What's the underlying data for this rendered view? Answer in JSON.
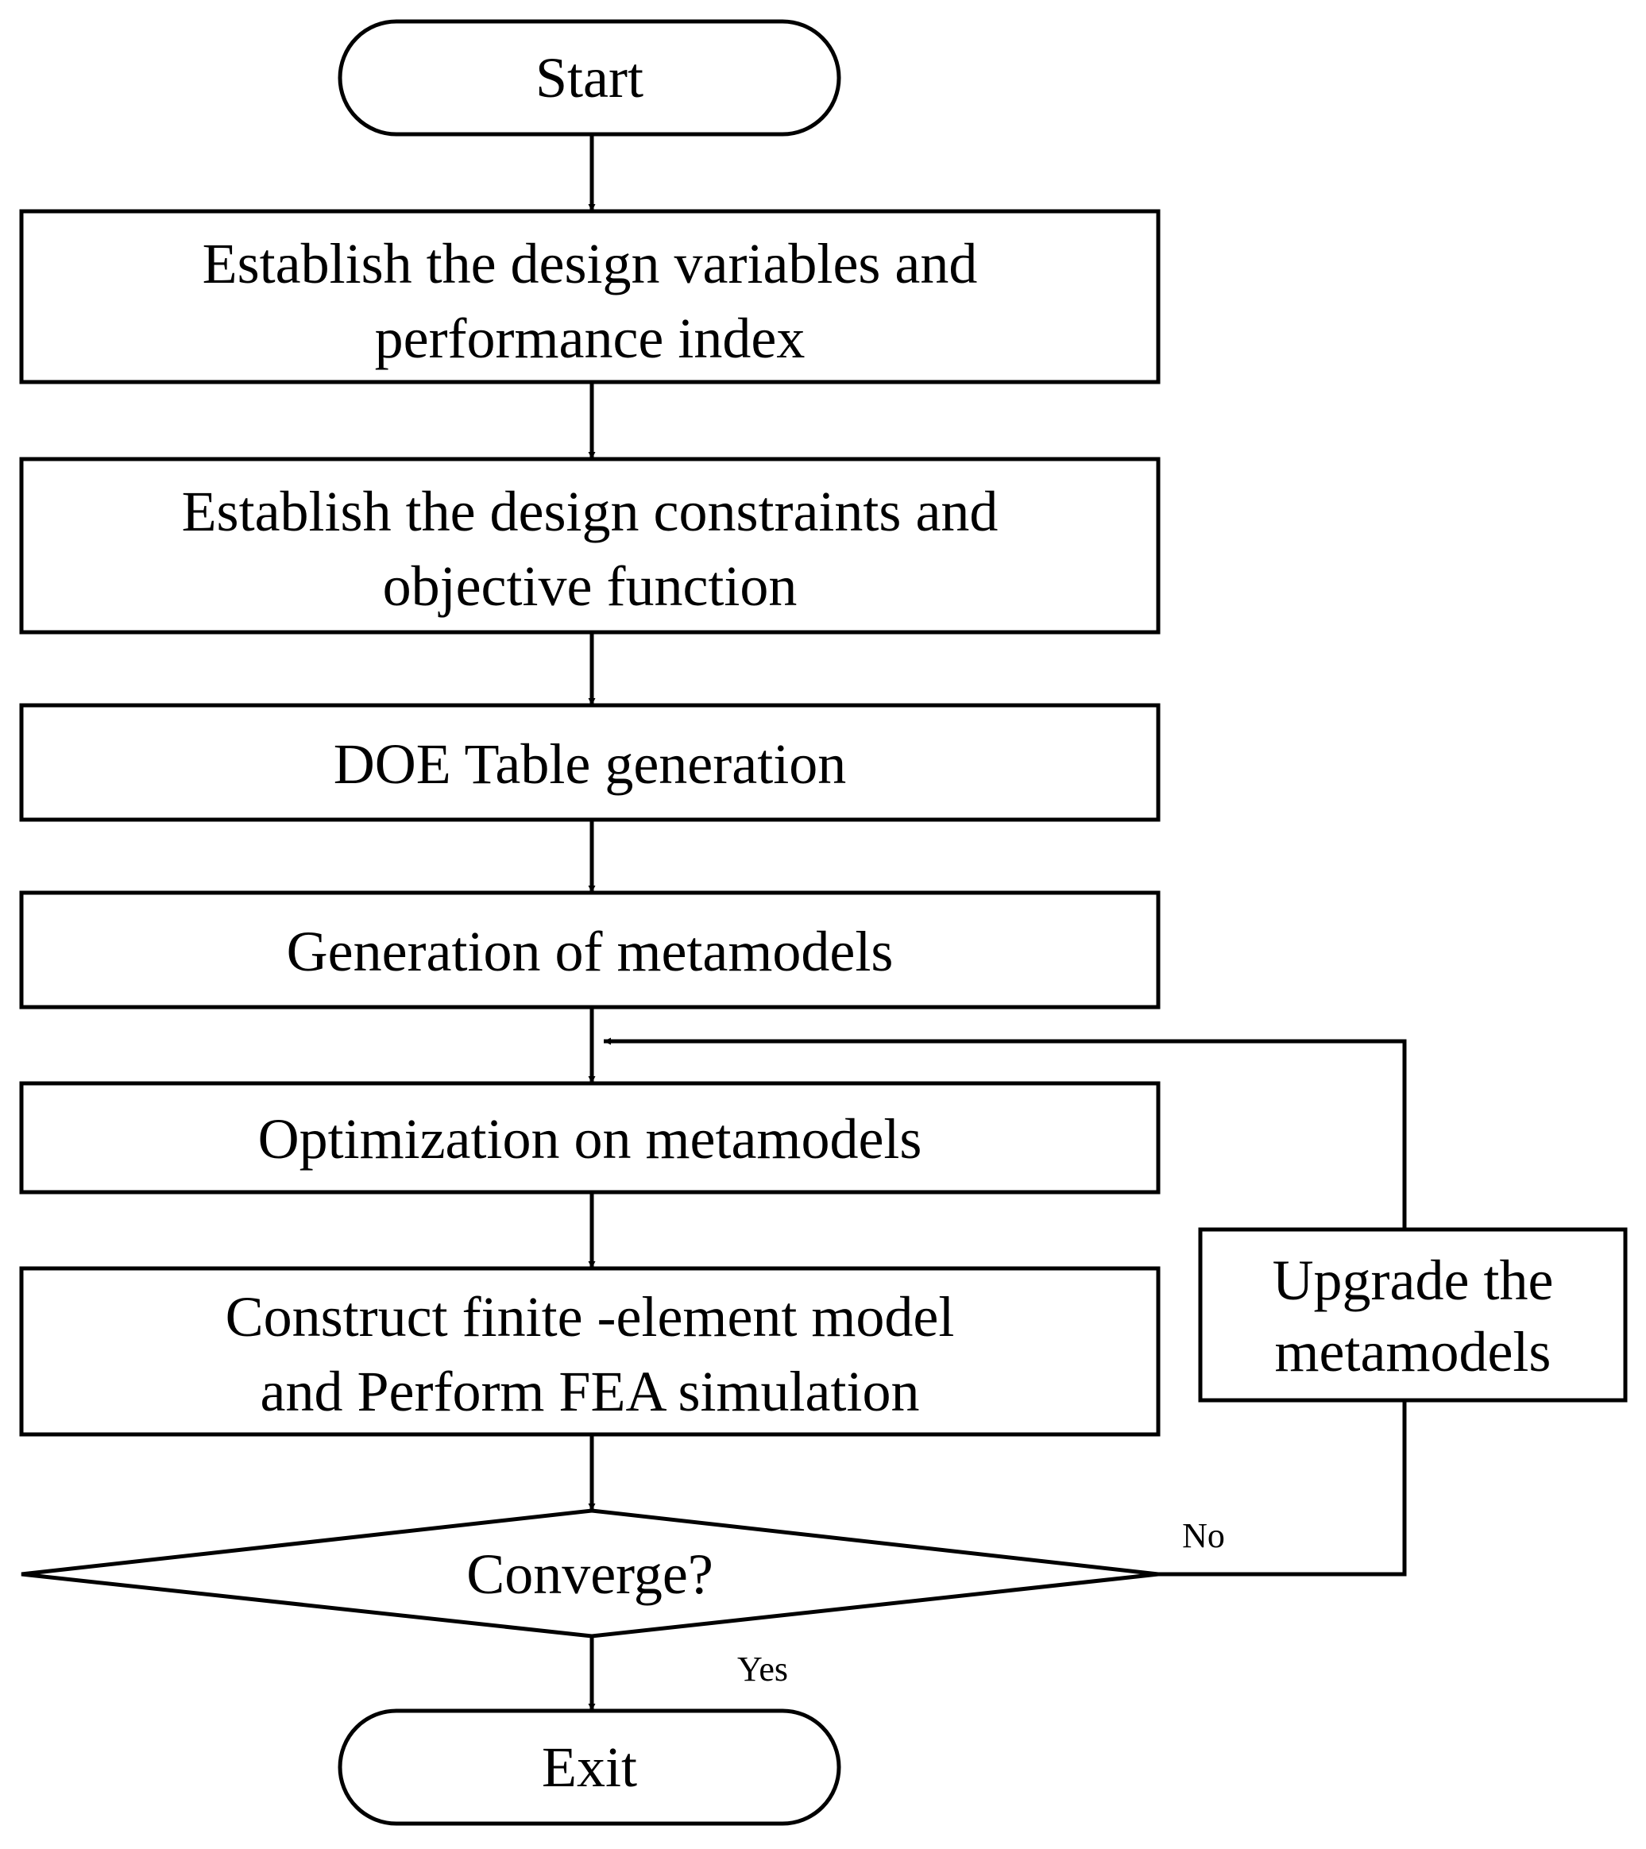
{
  "start": "Start",
  "exit": "Exit",
  "steps": {
    "variables": [
      "Establish the design variables and",
      "performance index"
    ],
    "constraints": [
      "Establish the design constraints and",
      "objective function"
    ],
    "doe": "DOE Table generation",
    "metamodels": "Generation of metamodels",
    "optimization": "Optimization on metamodels",
    "fea": [
      "Construct finite -element model",
      "and Perform FEA simulation"
    ]
  },
  "decision": "Converge?",
  "branch_no": "No",
  "branch_yes": "Yes",
  "upgrade": [
    "Upgrade the",
    "metamodels"
  ],
  "colors": {
    "stroke": "#000000",
    "background": "#ffffff"
  }
}
